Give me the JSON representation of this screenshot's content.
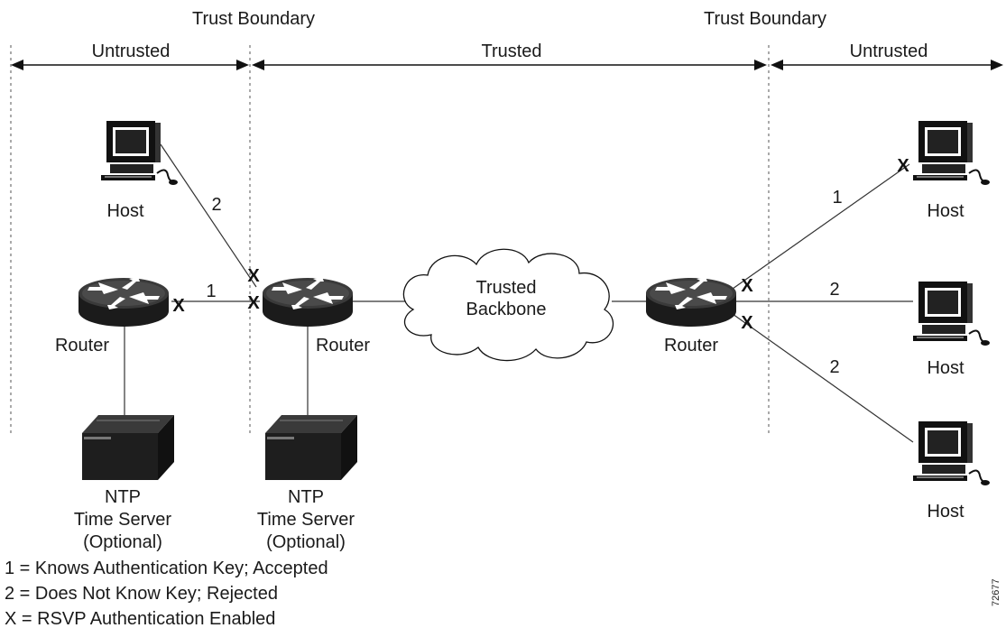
{
  "boundaries": {
    "left_title": "Trust Boundary",
    "right_title": "Trust Boundary"
  },
  "zones": {
    "left": "Untrusted",
    "middle": "Trusted",
    "right": "Untrusted"
  },
  "cloud": {
    "line1": "Trusted",
    "line2": "Backbone"
  },
  "devices": {
    "host_left": "Host",
    "router_left": "Router",
    "router_center": "Router",
    "router_right": "Router",
    "ntp_left": {
      "line1": "NTP",
      "line2": "Time Server",
      "line3": "(Optional)"
    },
    "ntp_center": {
      "line1": "NTP",
      "line2": "Time Server",
      "line3": "(Optional)"
    },
    "host_right_top": "Host",
    "host_right_mid": "Host",
    "host_right_bottom": "Host"
  },
  "link_labels": {
    "left_host_link": "2",
    "left_router_link": "1",
    "right_top_link": "1",
    "right_mid_link": "2",
    "right_bottom_link": "2"
  },
  "auth_marker": "X",
  "legend": {
    "line1": "1 = Knows Authentication Key; Accepted",
    "line2": "2 = Does Not Know Key; Rejected",
    "line3": "X = RSVP Authentication Enabled"
  },
  "figure_id": "72677"
}
